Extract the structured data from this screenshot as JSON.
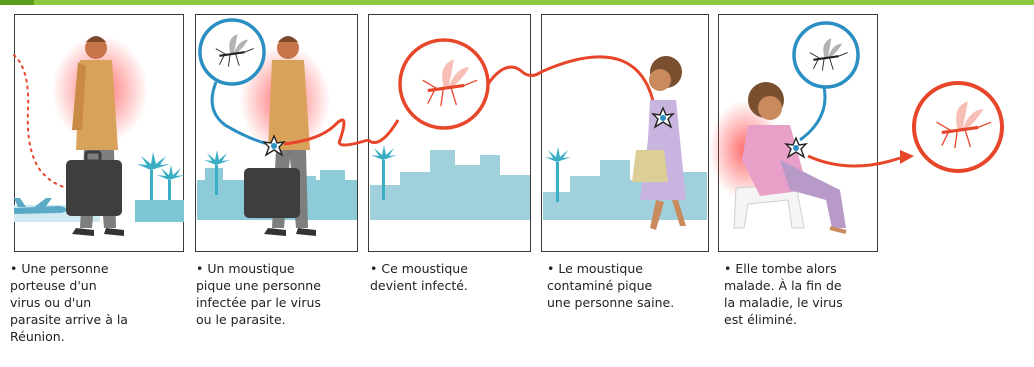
{
  "colors": {
    "accent_green": "#8dc63f",
    "mosquito_red": "#e8462a",
    "healthy_blue": "#2b8fc4",
    "skyline": "#9fd0dc"
  },
  "steps": [
    {
      "lines": [
        "• Une personne",
        "porteuse d'un",
        "virus ou d'un",
        "parasite arrive à la",
        "Réunion."
      ]
    },
    {
      "lines": [
        "• Un moustique",
        "pique une personne",
        "infectée par le virus",
        "ou le parasite."
      ]
    },
    {
      "lines": [
        "• Ce moustique",
        "devient infecté."
      ]
    },
    {
      "lines": [
        "• Le moustique",
        "contaminé pique",
        "une personne saine."
      ]
    },
    {
      "lines": [
        "• Elle tombe alors",
        "malade. À la fin de",
        "la maladie, le virus",
        "est éliminé."
      ]
    }
  ],
  "icons": [
    "infected-mosquito-icon",
    "healthy-mosquito-icon",
    "bite-star-icon",
    "airplane-icon"
  ]
}
